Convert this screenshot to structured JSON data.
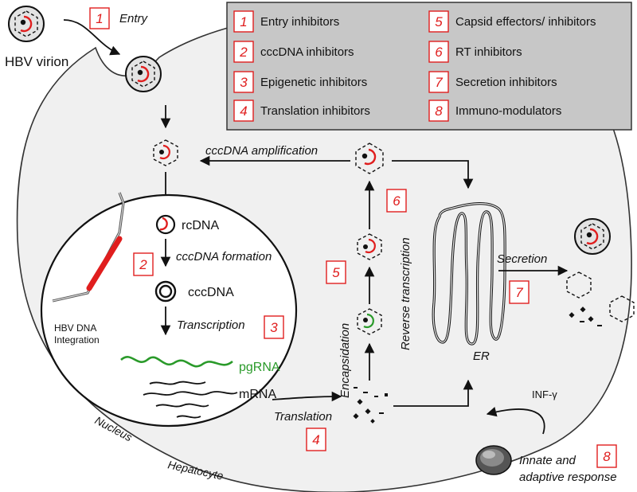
{
  "legend": {
    "items": [
      {
        "num": "1",
        "label": "Entry inhibitors"
      },
      {
        "num": "2",
        "label": "cccDNA inhibitors"
      },
      {
        "num": "3",
        "label": "Epigenetic inhibitors"
      },
      {
        "num": "4",
        "label": "Translation inhibitors"
      },
      {
        "num": "5",
        "label": "Capsid effectors/ inhibitors"
      },
      {
        "num": "6",
        "label": "RT inhibitors"
      },
      {
        "num": "7",
        "label": "Secretion inhibitors"
      },
      {
        "num": "8",
        "label": "Immuno-modulators"
      }
    ]
  },
  "labels": {
    "virion": "HBV virion",
    "entry": "Entry",
    "cccdna_amplification": "cccDNA amplification",
    "rcdna": "rcDNA",
    "cccdna_formation": "cccDNA formation",
    "cccdna": "cccDNA",
    "transcription": "Transcription",
    "pgrna": "pgRNA",
    "mrna": "mRNA",
    "integration_1": "HBV DNA",
    "integration_2": "Integration",
    "nucleus": "Nucleus",
    "translation": "Translation",
    "hepatocyte": "Hepatocyte",
    "encapsidation": "Encapsidation",
    "reverse_transcription": "Reverse transcription",
    "er": "ER",
    "secretion": "Secretion",
    "inf": "INF-γ",
    "innate_1": "Innate and",
    "innate_2": "adaptive response"
  },
  "markers": {
    "entry": "1",
    "cccdna_formation": "2",
    "transcription": "3",
    "translation": "4",
    "encapsidation": "5",
    "reverse_transcription": "6",
    "secretion": "7",
    "immune": "8"
  },
  "colors": {
    "red": "#e01e1e",
    "green": "#2a9a2a",
    "cell_fill": "#f0f0f0",
    "legend_fill": "#c7c7c7"
  }
}
